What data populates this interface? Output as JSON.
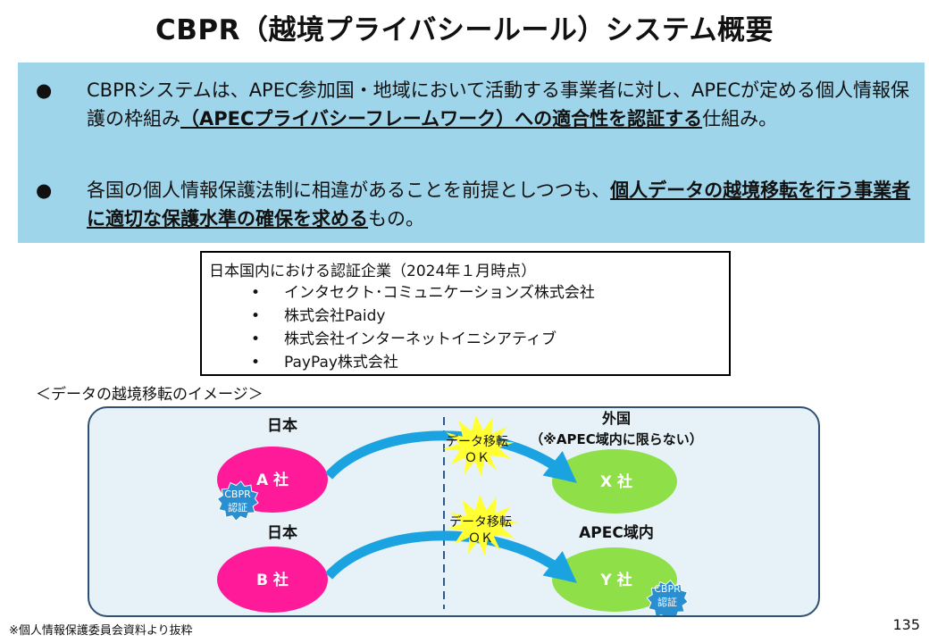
{
  "title": "CBPR（越境プライバシールール）システム概要",
  "summary": {
    "bullet_char": "●",
    "item1_part1": "CBPRシステムは、APEC参加国・地域において活動する事業者に対し、APECが定める個人情報保護の枠組み",
    "item1_emph": "（APECプライバシーフレームワーク）への適合性を認証する",
    "item1_part2": "仕組み。",
    "item2_part1": "各国の個人情報保護法制に相違があることを前提としつつも、",
    "item2_emph": "個人データの越境移転を行う事業者に適切な保護水準の確保を求める",
    "item2_part2": "もの。"
  },
  "certified": {
    "header": "日本国内における認証企業（2024年１月時点）",
    "bullet": "•",
    "companies": [
      "インタセクト･コミュニケーションズ株式会社",
      "株式会社Paidy",
      "株式会社インターネットイニシアティブ",
      "PayPay株式会社"
    ]
  },
  "image_caption": "＜データの越境移転のイメージ＞",
  "diagram": {
    "top_left_label": "日本",
    "top_right_label": "外国",
    "top_right_sublabel": "（※APEC域内に限らない）",
    "bottom_left_label": "日本",
    "bottom_right_label": "APEC域内",
    "company_a": "A 社",
    "company_b": "B 社",
    "company_x": "X 社",
    "company_y": "Y 社",
    "transfer_line1": "データ移転",
    "transfer_line2": "ＯＫ",
    "badge_line1": "CBPR",
    "badge_line2": "認証",
    "colors": {
      "japan_company": "#ff1a9a",
      "foreign_company": "#8fe048",
      "starburst": "#ffff33",
      "arrow": "#1aa3e0",
      "badge": "#2a8fd0"
    }
  },
  "footnote": "※個人情報保護委員会資料より抜粋",
  "page_number": "135"
}
